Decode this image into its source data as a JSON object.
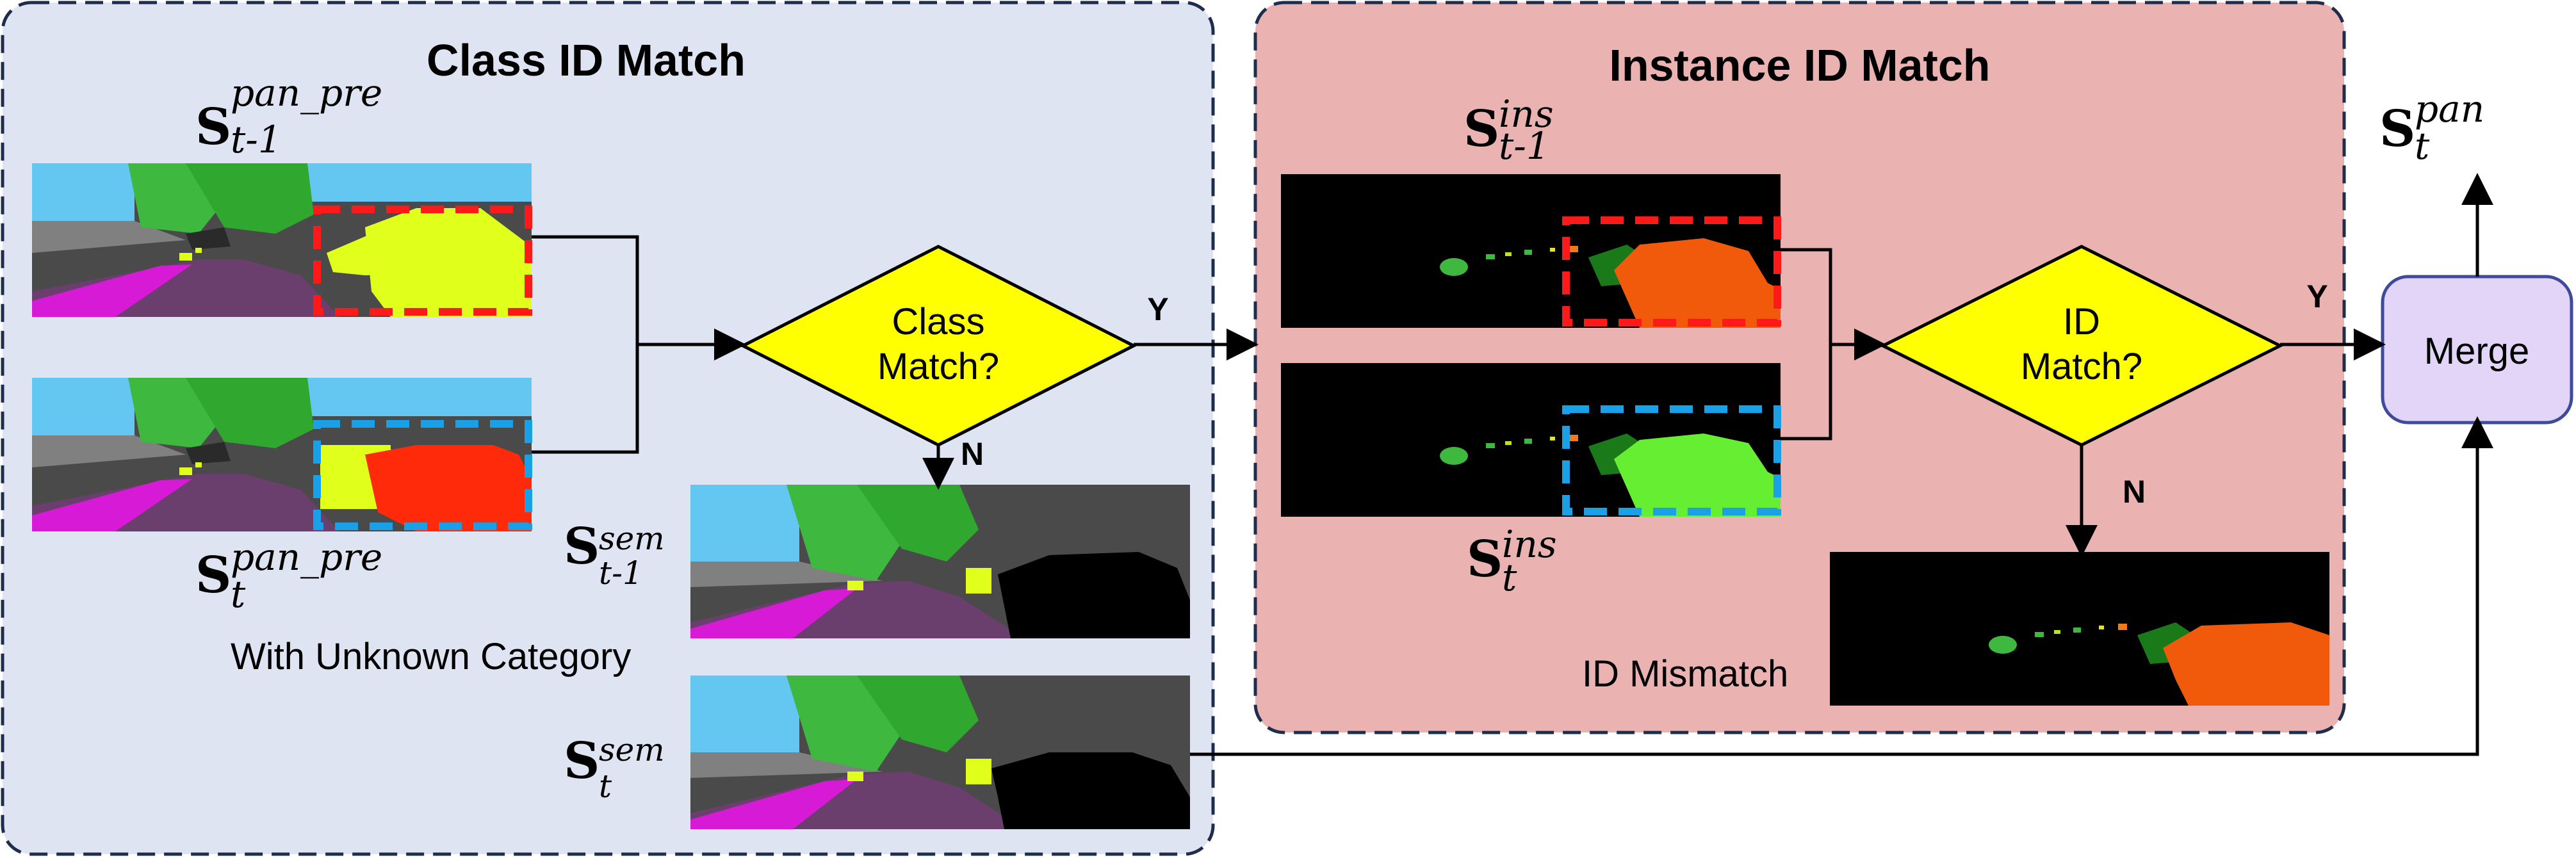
{
  "class_panel": {
    "title": "Class ID Match",
    "unknown_label": "With Unknown Category"
  },
  "instance_panel": {
    "title": "Instance ID Match",
    "mismatch_label": "ID Mismatch"
  },
  "class_decision": {
    "line1": "Class",
    "line2": "Match?",
    "yes": "Y",
    "no": "N"
  },
  "id_decision": {
    "line1": "ID",
    "line2": "Match?",
    "yes": "Y",
    "no": "N"
  },
  "merge": {
    "label": "Merge"
  },
  "symbols": {
    "prev_pan": {
      "base": "S",
      "sup": "pan_pre",
      "sub": "t-1"
    },
    "cur_pan": {
      "base": "S",
      "sup": "pan_pre",
      "sub": "t"
    },
    "prev_sem": {
      "base": "S",
      "sup": "sem",
      "sub": "t-1"
    },
    "cur_sem": {
      "base": "S",
      "sup": "sem",
      "sub": "t"
    },
    "prev_ins": {
      "base": "S",
      "sup": "ins",
      "sub": "t-1"
    },
    "cur_ins": {
      "base": "S",
      "sup": "ins",
      "sub": "t"
    },
    "out_pan": {
      "base": "S",
      "sup": "pan",
      "sub": "t"
    }
  },
  "colors": {
    "class_panel_fill": "#dfe4f3",
    "instance_panel_fill": "#ebb2b2",
    "panel_border": "#1f2d4d",
    "diamond_fill": "#ffff00",
    "merge_fill": "#e2d5f8",
    "merge_border": "#3e4a9a",
    "highlight_red": "#ff1a1a",
    "highlight_blue": "#1aa0e6"
  },
  "icons": [
    "street-scene-thumbnail",
    "instance-mask-thumbnail",
    "arrow-head"
  ]
}
